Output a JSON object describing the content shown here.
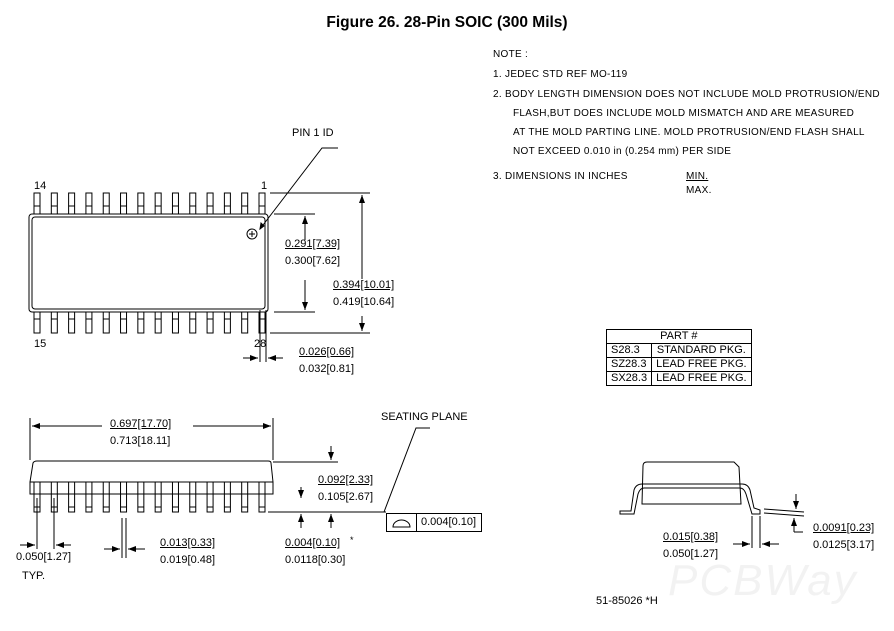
{
  "title": "Figure 26.  28-Pin SOIC (300 Mils)",
  "notes": {
    "header": "NOTE :",
    "lines": [
      "1. JEDEC STD REF MO-119",
      "2. BODY LENGTH DIMENSION DOES NOT INCLUDE MOLD PROTRUSION/END",
      "FLASH,BUT DOES INCLUDE MOLD MISMATCH AND ARE MEASURED",
      "AT THE MOLD PARTING LINE. MOLD PROTRUSION/END FLASH SHALL",
      "NOT EXCEED 0.010 in (0.254 mm) PER SIDE",
      "3. DIMENSIONS IN INCHES"
    ],
    "min_label": "MIN.",
    "max_label": "MAX."
  },
  "top_view": {
    "pin1_id_label": "PIN 1 ID",
    "pin_labels": {
      "top_left": "14",
      "top_right": "1",
      "bottom_left": "15",
      "bottom_right": "28"
    },
    "pins_per_side": 14,
    "body_width": {
      "min": "0.291[7.39]",
      "max": "0.300[7.62]"
    },
    "overall_width": {
      "min": "0.394[10.01]",
      "max": "0.419[10.64]"
    },
    "lead_width": {
      "min": "0.026[0.66]",
      "max": "0.032[0.81]"
    }
  },
  "side_view": {
    "body_length": {
      "min": "0.697[17.70]",
      "max": "0.713[18.11]"
    },
    "height": {
      "min": "0.092[2.33]",
      "max": "0.105[2.67]"
    },
    "pitch": {
      "value": "0.050[1.27]",
      "note": "TYP."
    },
    "lead_thickness": {
      "min": "0.013[0.33]",
      "max": "0.019[0.48]"
    },
    "standoff": {
      "min": "0.004[0.10]",
      "max": "0.0118[0.30]",
      "mark": "*"
    },
    "seating_plane_label": "SEATING PLANE",
    "coplanarity": "0.004[0.10]"
  },
  "end_view": {
    "foot_length": {
      "min": "0.015[0.38]",
      "max": "0.050[1.27]"
    },
    "lead_thickness": {
      "min": "0.0091[0.23]",
      "max": "0.0125[3.17]"
    }
  },
  "parts_table": {
    "header": "PART #",
    "rows": [
      {
        "part": "S28.3",
        "desc": "STANDARD PKG."
      },
      {
        "part": "SZ28.3",
        "desc": "LEAD FREE PKG."
      },
      {
        "part": "SX28.3",
        "desc": "LEAD FREE PKG."
      }
    ]
  },
  "document_number": "51-85026 *H",
  "watermark": "PCBWay"
}
